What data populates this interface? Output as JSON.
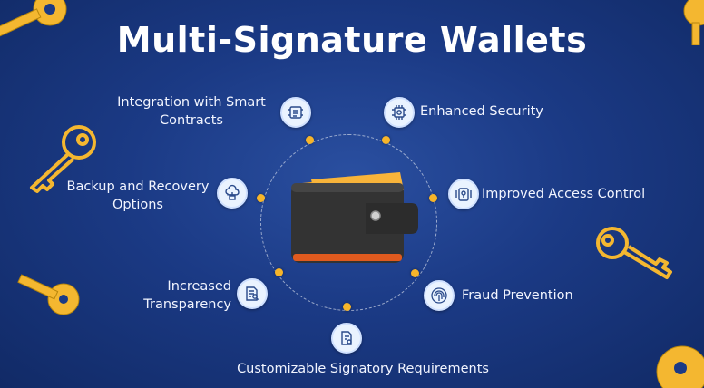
{
  "title": "Multi-Signature Wallets",
  "colors": {
    "background": "#1b3a85",
    "accent_dot": "#f7b52a",
    "key_gold": "#f4b730",
    "wallet_body": "#3a3a3a",
    "wallet_card": "#f5a623"
  },
  "features": [
    {
      "label_line1": "Integration with Smart",
      "label_line2": "Contracts",
      "icon": "smart-contract-icon"
    },
    {
      "label_line1": "Enhanced Security",
      "icon": "security-chip-icon"
    },
    {
      "label_line1": "Improved Access Control",
      "icon": "access-control-icon"
    },
    {
      "label_line1": "Fraud Prevention",
      "icon": "fingerprint-icon"
    },
    {
      "label_line1": "Customizable Signatory Requirements",
      "icon": "document-gear-icon"
    },
    {
      "label_line1": "Increased",
      "label_line2": "Transparency",
      "icon": "document-search-icon"
    },
    {
      "label_line1": "Backup and Recovery",
      "label_line2": "Options",
      "icon": "cloud-backup-icon"
    }
  ]
}
